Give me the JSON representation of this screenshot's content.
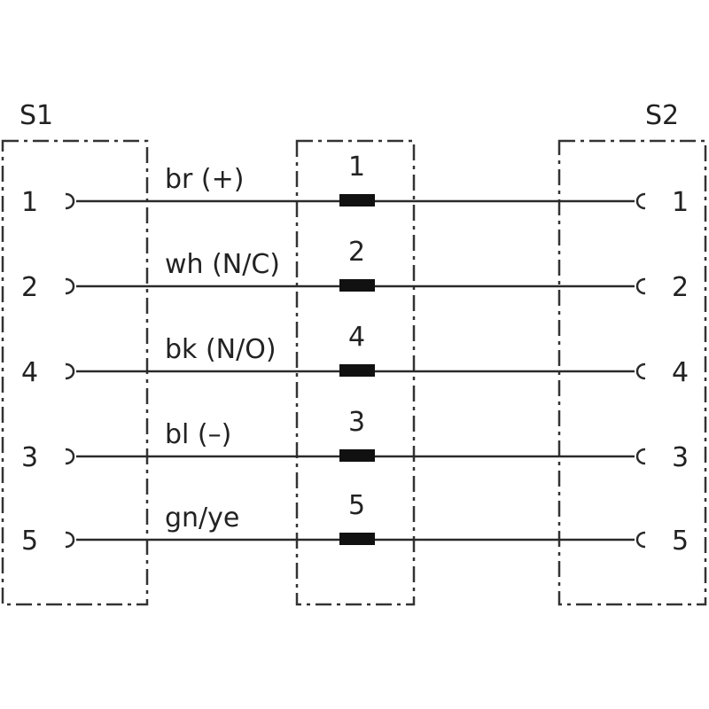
{
  "connectors": {
    "left": {
      "label": "S1"
    },
    "right": {
      "label": "S2"
    }
  },
  "wires": [
    {
      "pin_left": "1",
      "color_label": "br  (+)",
      "core": "1",
      "pin_right": "1"
    },
    {
      "pin_left": "2",
      "color_label": "wh (N/C)",
      "core": "2",
      "pin_right": "2"
    },
    {
      "pin_left": "4",
      "color_label": "bk (N/O)",
      "core": "4",
      "pin_right": "4"
    },
    {
      "pin_left": "3",
      "color_label": "bl  (–)",
      "core": "3",
      "pin_right": "3"
    },
    {
      "pin_left": "5",
      "color_label": "gn/ye",
      "core": "5",
      "pin_right": "5"
    }
  ]
}
